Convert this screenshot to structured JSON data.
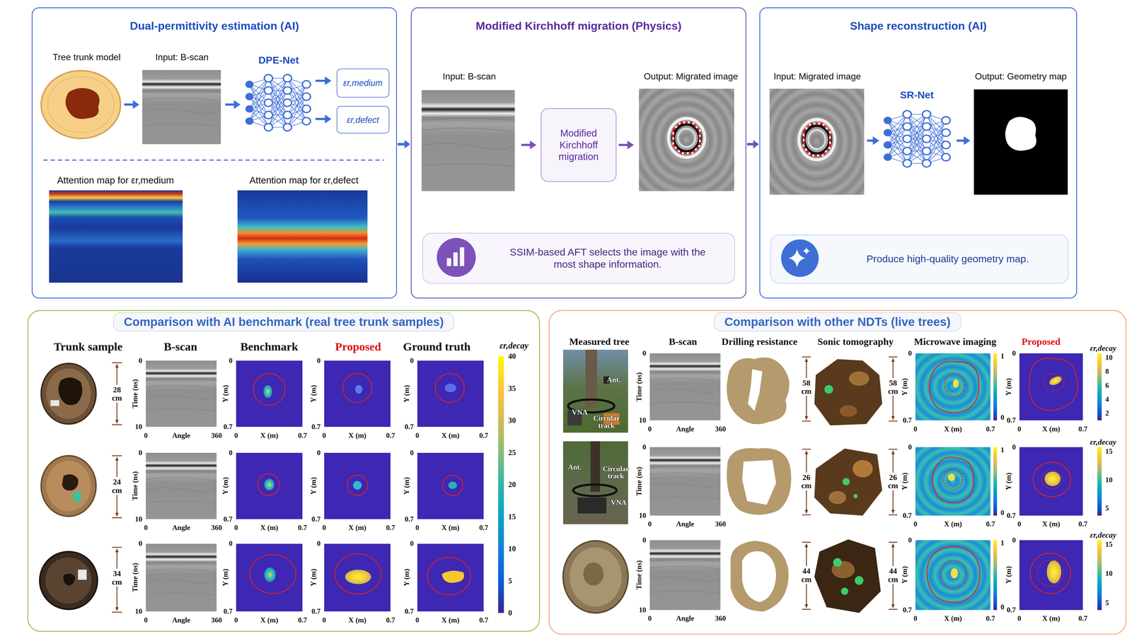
{
  "diagram": {
    "nodes": [
      {
        "text": [
          "Dual-permittivity estimation (AI)"
        ]
      },
      {
        "text": [
          "εr,medium"
        ],
        "in": 0
      },
      {
        "text": [
          "εr,defect"
        ],
        "in": 0
      },
      {
        "text": [
          "Modified Kirchhoff migration (Physics)"
        ]
      },
      {
        "text": [
          "Modified Kirchhoff migration"
        ],
        "in": 3
      },
      {
        "text": [
          "SSIM-based AFT selects the image with the most shape information."
        ],
        "in": 3
      },
      {
        "text": [
          "Shape reconstruction (AI)"
        ]
      },
      {
        "text": [
          "Produce high-quality geometry map."
        ],
        "in": 6
      },
      {
        "text": [
          "Comparison with AI benchmark (real tree trunk samples)"
        ]
      },
      {
        "text": [
          "Comparison with other NDTs (live trees)"
        ]
      }
    ],
    "edges": [
      {
        "from": 0,
        "to": 3,
        "arrow": "to"
      },
      {
        "from": 3,
        "to": 6,
        "arrow": "to"
      }
    ],
    "labels": [
      "Tree trunk model",
      "Input: B-scan",
      "DPE-Net",
      "Attention map for εr,medium",
      "Attention map for εr,defect",
      "Input: B-scan",
      "Output: Migrated image",
      "Input: Migrated image",
      "SR-Net",
      "Output: Geometry map",
      "Trunk sample",
      "B-scan",
      "Benchmark",
      "Proposed",
      "Ground truth",
      "εr,decay",
      "28 cm",
      "0",
      "Time (ns)",
      "10",
      "0",
      "Angle",
      "360",
      "0",
      "Y (m)",
      "0.7",
      "0",
      "X (m)",
      "0.7",
      "0",
      "Y (m)",
      "0.7",
      "0",
      "X (m)",
      "0.7",
      "0",
      "Y (m)",
      "0.7",
      "0",
      "X (m)",
      "0.7",
      "24 cm",
      "0",
      "Time (ns)",
      "10",
      "0",
      "Angle",
      "360",
      "0",
      "Y (m)",
      "0.7",
      "0",
      "X (m)",
      "0.7",
      "0",
      "Y (m)",
      "0.7",
      "0",
      "X (m)",
      "0.7",
      "0",
      "Y (m)",
      "0.7",
      "0",
      "X (m)",
      "0.7",
      "34 cm",
      "0",
      "Time (ns)",
      "10",
      "0",
      "Angle",
      "360",
      "0",
      "Y (m)",
      "0.7",
      "0",
      "X (m)",
      "0.7",
      "0",
      "Y (m)",
      "0.7",
      "0",
      "X (m)",
      "0.7",
      "0",
      "Y (m)",
      "0.7",
      "0",
      "X (m)",
      "0.7",
      "40",
      "35",
      "30",
      "25",
      "20",
      "15",
      "10",
      "5",
      "0",
      "Measured tree",
      "B-scan",
      "Drilling resistance",
      "Sonic tomography",
      "Microwave imaging",
      "Proposed",
      "Ant.",
      "VNA",
      "Circular track",
      "0",
      "Time (ns)",
      "10",
      "0",
      "Angle",
      "360",
      "58 cm",
      "58 cm",
      "0",
      "Y (m)",
      "0.7",
      "0",
      "X (m)",
      "0.7",
      "1",
      "0",
      "0",
      "Y (m)",
      "0.7",
      "0",
      "X (m)",
      "0.7",
      "εr,decay",
      "10",
      "8",
      "6",
      "4",
      "2",
      "Ant.",
      "Circular track",
      "VNA",
      "0",
      "Time (ns)",
      "10",
      "0",
      "Angle",
      "360",
      "26 cm",
      "26 cm",
      "0",
      "Y (m)",
      "0.7",
      "0",
      "X (m)",
      "0.7",
      "1",
      "0",
      "0",
      "Y (m)",
      "0.7",
      "0",
      "X (m)",
      "0.7",
      "εr,decay",
      "15",
      "10",
      "5",
      "0",
      "Time (ns)",
      "10",
      "0",
      "Angle",
      "360",
      "44 cm",
      "44 cm",
      "0",
      "Y (m)",
      "0.7",
      "0",
      "X (m)",
      "0.7",
      "1",
      "0",
      "0",
      "Y (m)",
      "0.7",
      "0",
      "X (m)",
      "0.7",
      "εr,decay",
      "15",
      "10",
      "5"
    ]
  }
}
